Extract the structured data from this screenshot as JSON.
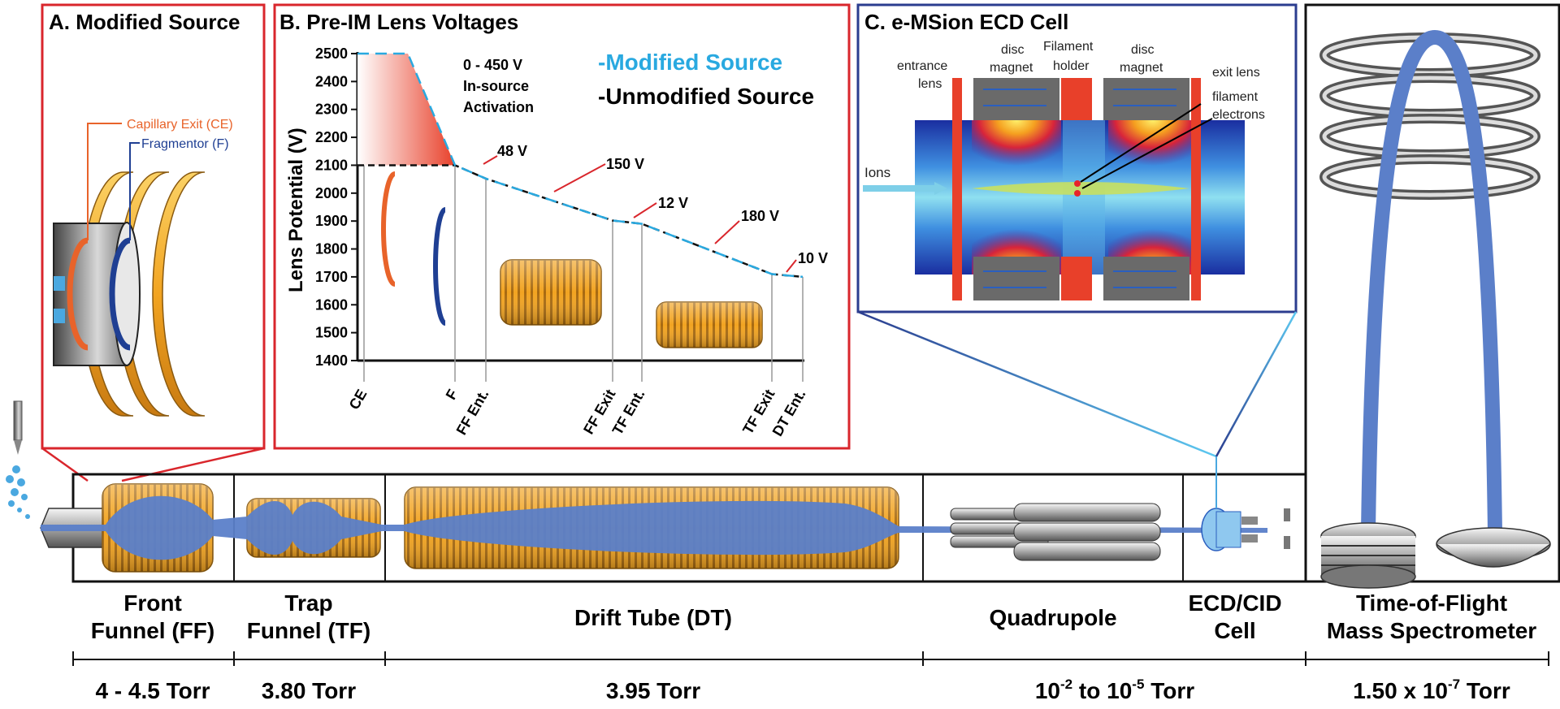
{
  "panels": {
    "a": {
      "title": "A. Modified Source",
      "ce_label": "Capillary Exit (CE)",
      "f_label": "Fragmentor (F)"
    },
    "b": {
      "title": "B. Pre-IM Lens Voltages",
      "ylabel": "Lens Potential (V)",
      "legend_modified": "-Modified Source",
      "legend_unmodified": "-Unmodified Source",
      "activation_voltage": "0 - 450 V",
      "activation_line1": "In-source",
      "activation_line2": "Activation",
      "drops": [
        "48 V",
        "150 V",
        "12 V",
        "180 V",
        "10 V"
      ],
      "xlabels": [
        "CE",
        "F",
        "FF Ent.",
        "FF Exit",
        "TF Ent.",
        "TF Exit",
        "DT Ent."
      ]
    },
    "c": {
      "title": "C. e-MSion ECD Cell",
      "labels": {
        "entrance1": "entrance",
        "entrance2": "lens",
        "disc1": "disc",
        "magnet": "magnet",
        "fil1": "Filament",
        "fil2": "holder",
        "exit": "exit lens",
        "filament": "filament",
        "electrons": "electrons",
        "ions": "Ions"
      }
    }
  },
  "sections": [
    {
      "line1": "Front",
      "line2": "Funnel (FF)",
      "pressure": "4 - 4.5 Torr"
    },
    {
      "line1": "Trap",
      "line2": "Funnel (TF)",
      "pressure": "3.80 Torr"
    },
    {
      "line1": "Drift Tube (DT)",
      "line2": "",
      "pressure": "3.95 Torr"
    },
    {
      "line1": "Quadrupole",
      "line2": "",
      "pressure": "to",
      "pressure_a": "10",
      "pressure_a_exp": "-2",
      "pressure_b": "10",
      "pressure_b_exp": "-5",
      "pressure_unit": "Torr"
    },
    {
      "line1": "ECD/CID",
      "line2": "Cell",
      "pressure": ""
    },
    {
      "line1": "Time-of-Flight",
      "line2": "Mass Spectrometer",
      "pressure_prefix": "1.50 x",
      "pressure_b": "10",
      "pressure_b_exp": "-7",
      "pressure_unit": "Torr"
    }
  ],
  "colors": {
    "frame_red": "#d9262c",
    "frame_blue": "#2b3d8f",
    "modified": "#29a9e0",
    "beam": "#5b7fc9",
    "funnel": "#f2a421",
    "ce": "#e8632a",
    "f": "#1f3f93"
  },
  "chart_data": {
    "type": "line",
    "title": "B. Pre-IM Lens Voltages",
    "ylabel": "Lens Potential (V)",
    "ylim": [
      1400,
      2500
    ],
    "yticks": [
      1400,
      1500,
      1600,
      1700,
      1800,
      1900,
      2000,
      2100,
      2200,
      2300,
      2400,
      2500
    ],
    "categories": [
      "CE",
      "F",
      "FF Ent.",
      "FF Exit",
      "TF Ent.",
      "TF Exit",
      "DT Ent."
    ],
    "series": [
      {
        "name": "-Modified Source",
        "values": [
          2500,
          2100,
          2052,
          1902,
          1890,
          1710,
          1700
        ]
      },
      {
        "name": "-Unmodified Source",
        "values": [
          2100,
          2100,
          2052,
          1902,
          1890,
          1710,
          1700
        ]
      }
    ]
  }
}
